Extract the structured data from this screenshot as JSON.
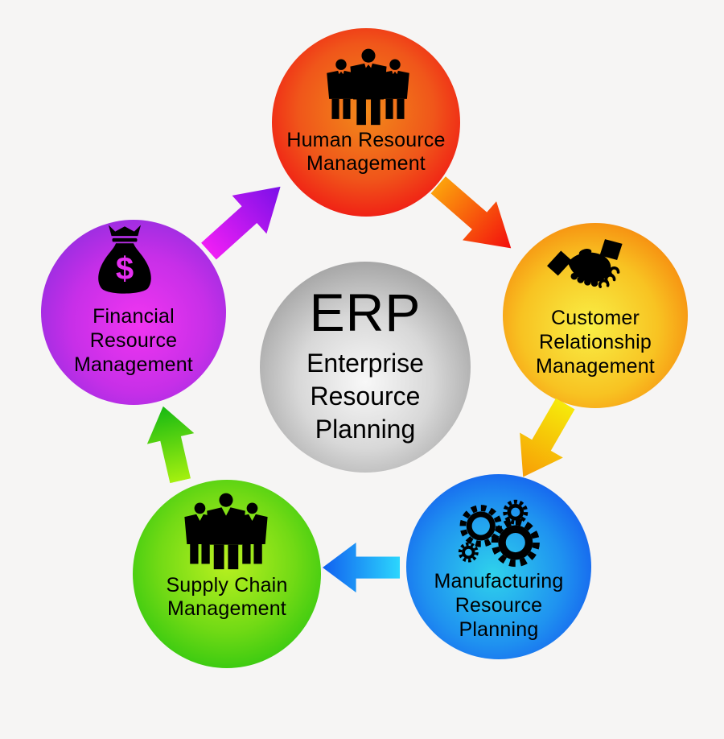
{
  "diagram": {
    "type": "cycle-diagram",
    "background_color": "#f6f5f4",
    "center": {
      "abbr": "ERP",
      "lines": [
        "Enterprise",
        "Resource",
        "Planning"
      ],
      "color_center": "#f8f8f8",
      "color_edge": "#8a8a8a"
    },
    "nodes": [
      {
        "id": "human-resource-management",
        "lines": [
          "Human Resource",
          "Management"
        ],
        "icon": "people-group-icon",
        "color_center": "#f28a1a",
        "color_edge": "#f01414"
      },
      {
        "id": "customer-relationship-management",
        "lines": [
          "Customer",
          "Relationship",
          "Management"
        ],
        "icon": "handshake-icon",
        "color_center": "#f9ef45",
        "color_edge": "#f67f0b"
      },
      {
        "id": "manufacturing-resource-planning",
        "lines": [
          "Manufacturing",
          "Resource",
          "Planning"
        ],
        "icon": "gears-icon",
        "color_center": "#2fd2ec",
        "color_edge": "#1355ee"
      },
      {
        "id": "supply-chain-management",
        "lines": [
          "Supply Chain",
          "Management"
        ],
        "icon": "people-group-icon",
        "color_center": "#baf120",
        "color_edge": "#2fc710"
      },
      {
        "id": "financial-resource-management",
        "lines": [
          "Financial",
          "Resource",
          "Management"
        ],
        "icon": "money-bag-icon",
        "icon_glyph": "$",
        "color_center": "#f135f1",
        "color_edge": "#8f2ddf"
      }
    ],
    "arrows": [
      {
        "id": "frm-to-hrm",
        "from": "financial-resource-management",
        "to": "human-resource-management",
        "color_tail": "#f01ef5",
        "color_head": "#7a10e8"
      },
      {
        "id": "hrm-to-crm",
        "from": "human-resource-management",
        "to": "customer-relationship-management",
        "color_tail": "#fca10c",
        "color_head": "#f30d0d"
      },
      {
        "id": "crm-to-mrp",
        "from": "customer-relationship-management",
        "to": "manufacturing-resource-planning",
        "color_tail": "#f6ea0a",
        "color_head": "#f79d06"
      },
      {
        "id": "mrp-to-scm",
        "from": "manufacturing-resource-planning",
        "to": "supply-chain-management",
        "color_tail": "#2cd6fd",
        "color_head": "#1160f0"
      },
      {
        "id": "scm-to-frm",
        "from": "supply-chain-management",
        "to": "financial-resource-management",
        "color_tail": "#a5f00f",
        "color_head": "#16b912"
      }
    ]
  }
}
